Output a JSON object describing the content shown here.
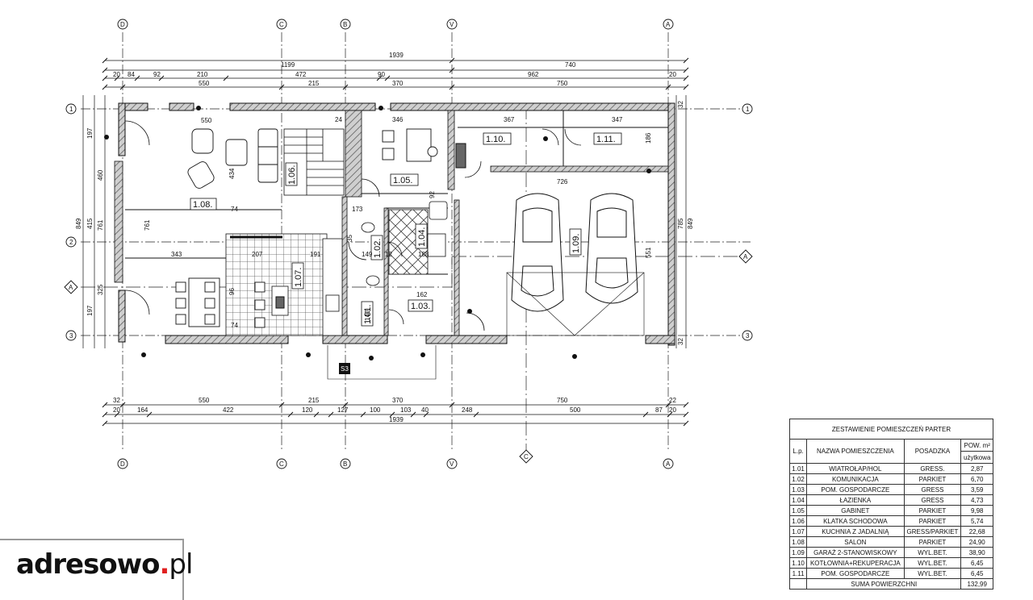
{
  "plan": {
    "dims_top": {
      "overall": "1939",
      "row2": [
        "1199",
        "740"
      ],
      "row3": [
        "20",
        "84",
        "92",
        "210",
        "472",
        "90",
        "962",
        "20"
      ],
      "row4": [
        "550",
        "215",
        "370",
        "750"
      ]
    },
    "dims_bottom": {
      "row1": [
        "32",
        "550",
        "215",
        "370",
        "750",
        "22"
      ],
      "row2": [
        "20",
        "164",
        "422",
        "120",
        "127",
        "100",
        "103",
        "40",
        "248",
        "500",
        "87",
        "20"
      ],
      "overall": "1939"
    },
    "dims_left": [
      "197",
      "460",
      "849",
      "415",
      "761",
      "325",
      "197"
    ],
    "dims_right": [
      "32",
      "785",
      "849",
      "32"
    ],
    "axes_vertical": [
      "D",
      "C",
      "B",
      "V",
      "A"
    ],
    "axes_horizontal": [
      "1",
      "2",
      "3"
    ],
    "section_marks": [
      "A",
      "A",
      "C"
    ],
    "room_labels": [
      "1.01.",
      "1.02.",
      "1.03.",
      "1.04.",
      "1.05.",
      "1.06.",
      "1.07.",
      "1.08.",
      "1.09.",
      "1.10.",
      "1.11."
    ],
    "inner_dims": [
      "550",
      "434",
      "74",
      "761",
      "343",
      "207",
      "191",
      "24",
      "346",
      "367",
      "347",
      "186",
      "726",
      "551",
      "173",
      "149",
      "12",
      "188",
      "162",
      "35",
      "92",
      "140",
      "96",
      "74"
    ],
    "vent_label": "S3"
  },
  "table": {
    "title": "ZESTAWIENIE POMIESZCZEŃ PARTER",
    "headers": {
      "lp": "L.p.",
      "name": "NAZWA POMIESZCZENIA",
      "floor": "POSADZKA",
      "area": "POW. m²",
      "area_sub": "użytkowa"
    },
    "rows": [
      {
        "lp": "1.01",
        "name": "WIATROŁAP/HOL",
        "floor": "GRESS.",
        "area": "2,87"
      },
      {
        "lp": "1.02",
        "name": "KOMUNIKACJA",
        "floor": "PARKIET",
        "area": "6,70"
      },
      {
        "lp": "1.03",
        "name": "POM. GOSPODARCZE",
        "floor": "GRESS",
        "area": "3,59"
      },
      {
        "lp": "1.04",
        "name": "ŁAZIENKA",
        "floor": "GRESS",
        "area": "4,73"
      },
      {
        "lp": "1.05",
        "name": "GABINET",
        "floor": "PARKIET",
        "area": "9,98"
      },
      {
        "lp": "1.06",
        "name": "KLATKA SCHODOWA",
        "floor": "PARKIET",
        "area": "5,74"
      },
      {
        "lp": "1.07",
        "name": "KUCHNIA Z JADALNIĄ",
        "floor": "GRESS/PARKIET",
        "area": "22,68"
      },
      {
        "lp": "1.08",
        "name": "SALON",
        "floor": "PARKIET",
        "area": "24,90"
      },
      {
        "lp": "1.09",
        "name": "GARAŻ 2-STANOWISKOWY",
        "floor": "WYL.BET.",
        "area": "38,90"
      },
      {
        "lp": "1.10",
        "name": "KOTŁOWNIA+REKUPERACJA",
        "floor": "WYL.BET.",
        "area": "6,45"
      },
      {
        "lp": "1.11",
        "name": "POM. GOSPODARCZE",
        "floor": "WYL.BET.",
        "area": "6,45"
      }
    ],
    "sum_label": "SUMA POWIERZCHNI",
    "sum_value": "132,99"
  },
  "logo": {
    "name": "adresowo",
    "dot": ".",
    "tld": "pl"
  },
  "colors": {
    "wall_fill": "#8c8c8c",
    "line": "#111111",
    "accent": "#e02020"
  }
}
